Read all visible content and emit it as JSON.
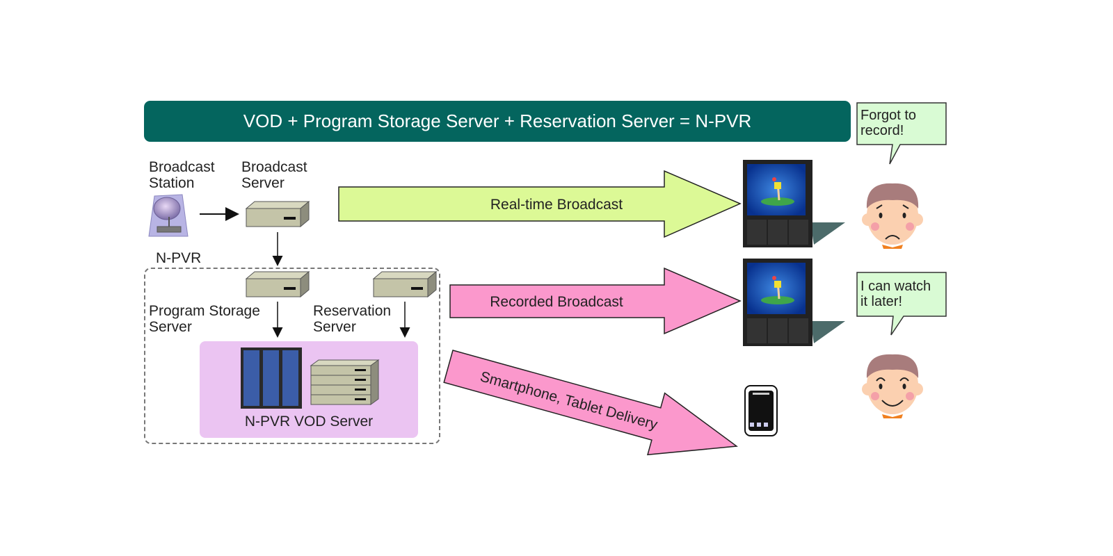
{
  "title": "VOD + Program Storage Server + Reservation Server = N-PVR",
  "colors": {
    "banner": "#04655e",
    "realtime_arrow": "#dcf996",
    "recorded_arrow": "#fb98cc",
    "vod_box": "#ebc4f2",
    "speech_bubble": "#d9fbd4"
  },
  "nodes": {
    "broadcast_station": "Broadcast\nStation",
    "broadcast_station_line1": "Broadcast",
    "broadcast_station_line2": "Station",
    "broadcast_server_line1": "Broadcast",
    "broadcast_server_line2": "Server",
    "npvr_group": "N-PVR",
    "program_storage_line1": "Program Storage",
    "program_storage_line2": "Server",
    "reservation_line1": "Reservation",
    "reservation_line2": "Server",
    "vod_server": "N-PVR VOD Server"
  },
  "flows": {
    "realtime": "Real-time Broadcast",
    "recorded": "Recorded Broadcast",
    "mobile": "Smartphone, Tablet Delivery"
  },
  "bubbles": {
    "sad_line1": "Forgot to",
    "sad_line2": "record!",
    "happy_line1": "I can watch",
    "happy_line2": "it later!"
  },
  "icons": {
    "satellite": "satellite-dish-icon",
    "server": "server-icon",
    "rack": "server-rack-icon",
    "tv": "television-icon",
    "phone": "smartphone-icon",
    "sad_face": "sad-face-icon",
    "happy_face": "happy-face-icon"
  }
}
